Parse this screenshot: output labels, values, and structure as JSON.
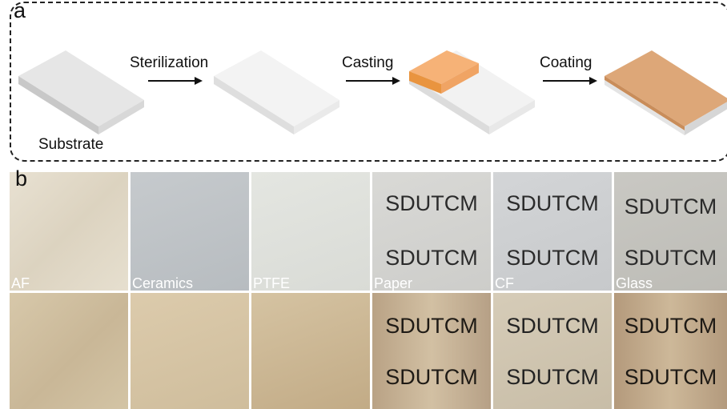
{
  "panel_a": {
    "label": "a",
    "substrate_label": "Substrate",
    "steps": [
      "Sterilization",
      "Casting",
      "Coating"
    ]
  },
  "panel_b": {
    "label": "b",
    "tile_text": "SDUTCM",
    "materials": [
      "AF",
      "Ceramics",
      "PTFE",
      "Paper",
      "CF",
      "Glass"
    ]
  },
  "colors": {
    "coating_orange": "#F0A464",
    "coated_film": "#D9A070"
  }
}
